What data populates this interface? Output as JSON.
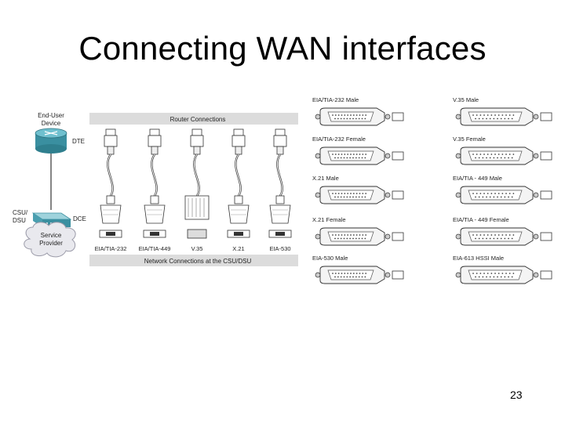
{
  "slide": {
    "title": "Connecting WAN interfaces",
    "page_number": "23"
  },
  "left_diagram": {
    "end_user_device": "End-User Device",
    "dte": "DTE",
    "csu_dsu": "CSU/ DSU",
    "dce": "DCE",
    "service_provider": "Service Provider",
    "router_connections": "Router Connections",
    "network_connections": "Network Connections at the CSU/DSU",
    "cable_labels": [
      "EIA/TIA-232",
      "EIA/TIA-449",
      "V.35",
      "X.21",
      "EIA-530"
    ]
  },
  "connectors": {
    "left_column": [
      "EIA/TIA-232 Male",
      "EIA/TIA-232 Female",
      "X.21 Male",
      "X.21 Female",
      "EIA-530 Male"
    ],
    "right_column": [
      "V.35 Male",
      "V.35 Female",
      "EIA/TIA - 449 Male",
      "EIA/TIA - 449 Female",
      "EIA-613 HSSI Male"
    ]
  }
}
